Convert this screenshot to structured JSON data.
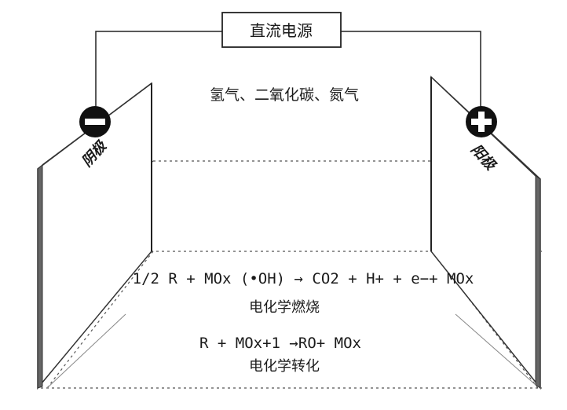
{
  "power_source": {
    "label": "直流电源"
  },
  "gases": {
    "label": "氢气、二氧化碳、氮气"
  },
  "cathode": {
    "label": "阴极",
    "terminal": "−"
  },
  "anode": {
    "label": "阳极",
    "terminal": "+"
  },
  "reactions": {
    "combustion_equation": "1/2 R + MOx (•OH) → CO2 + H+ + e−+ MOx",
    "combustion_name": "电化学燃烧",
    "conversion_equation": "R + MOx+1 →RO+ MOx",
    "conversion_name": "电化学转化"
  },
  "colors": {
    "line": "#222222",
    "dashed": "#555555",
    "plate_edge": "#333333"
  }
}
